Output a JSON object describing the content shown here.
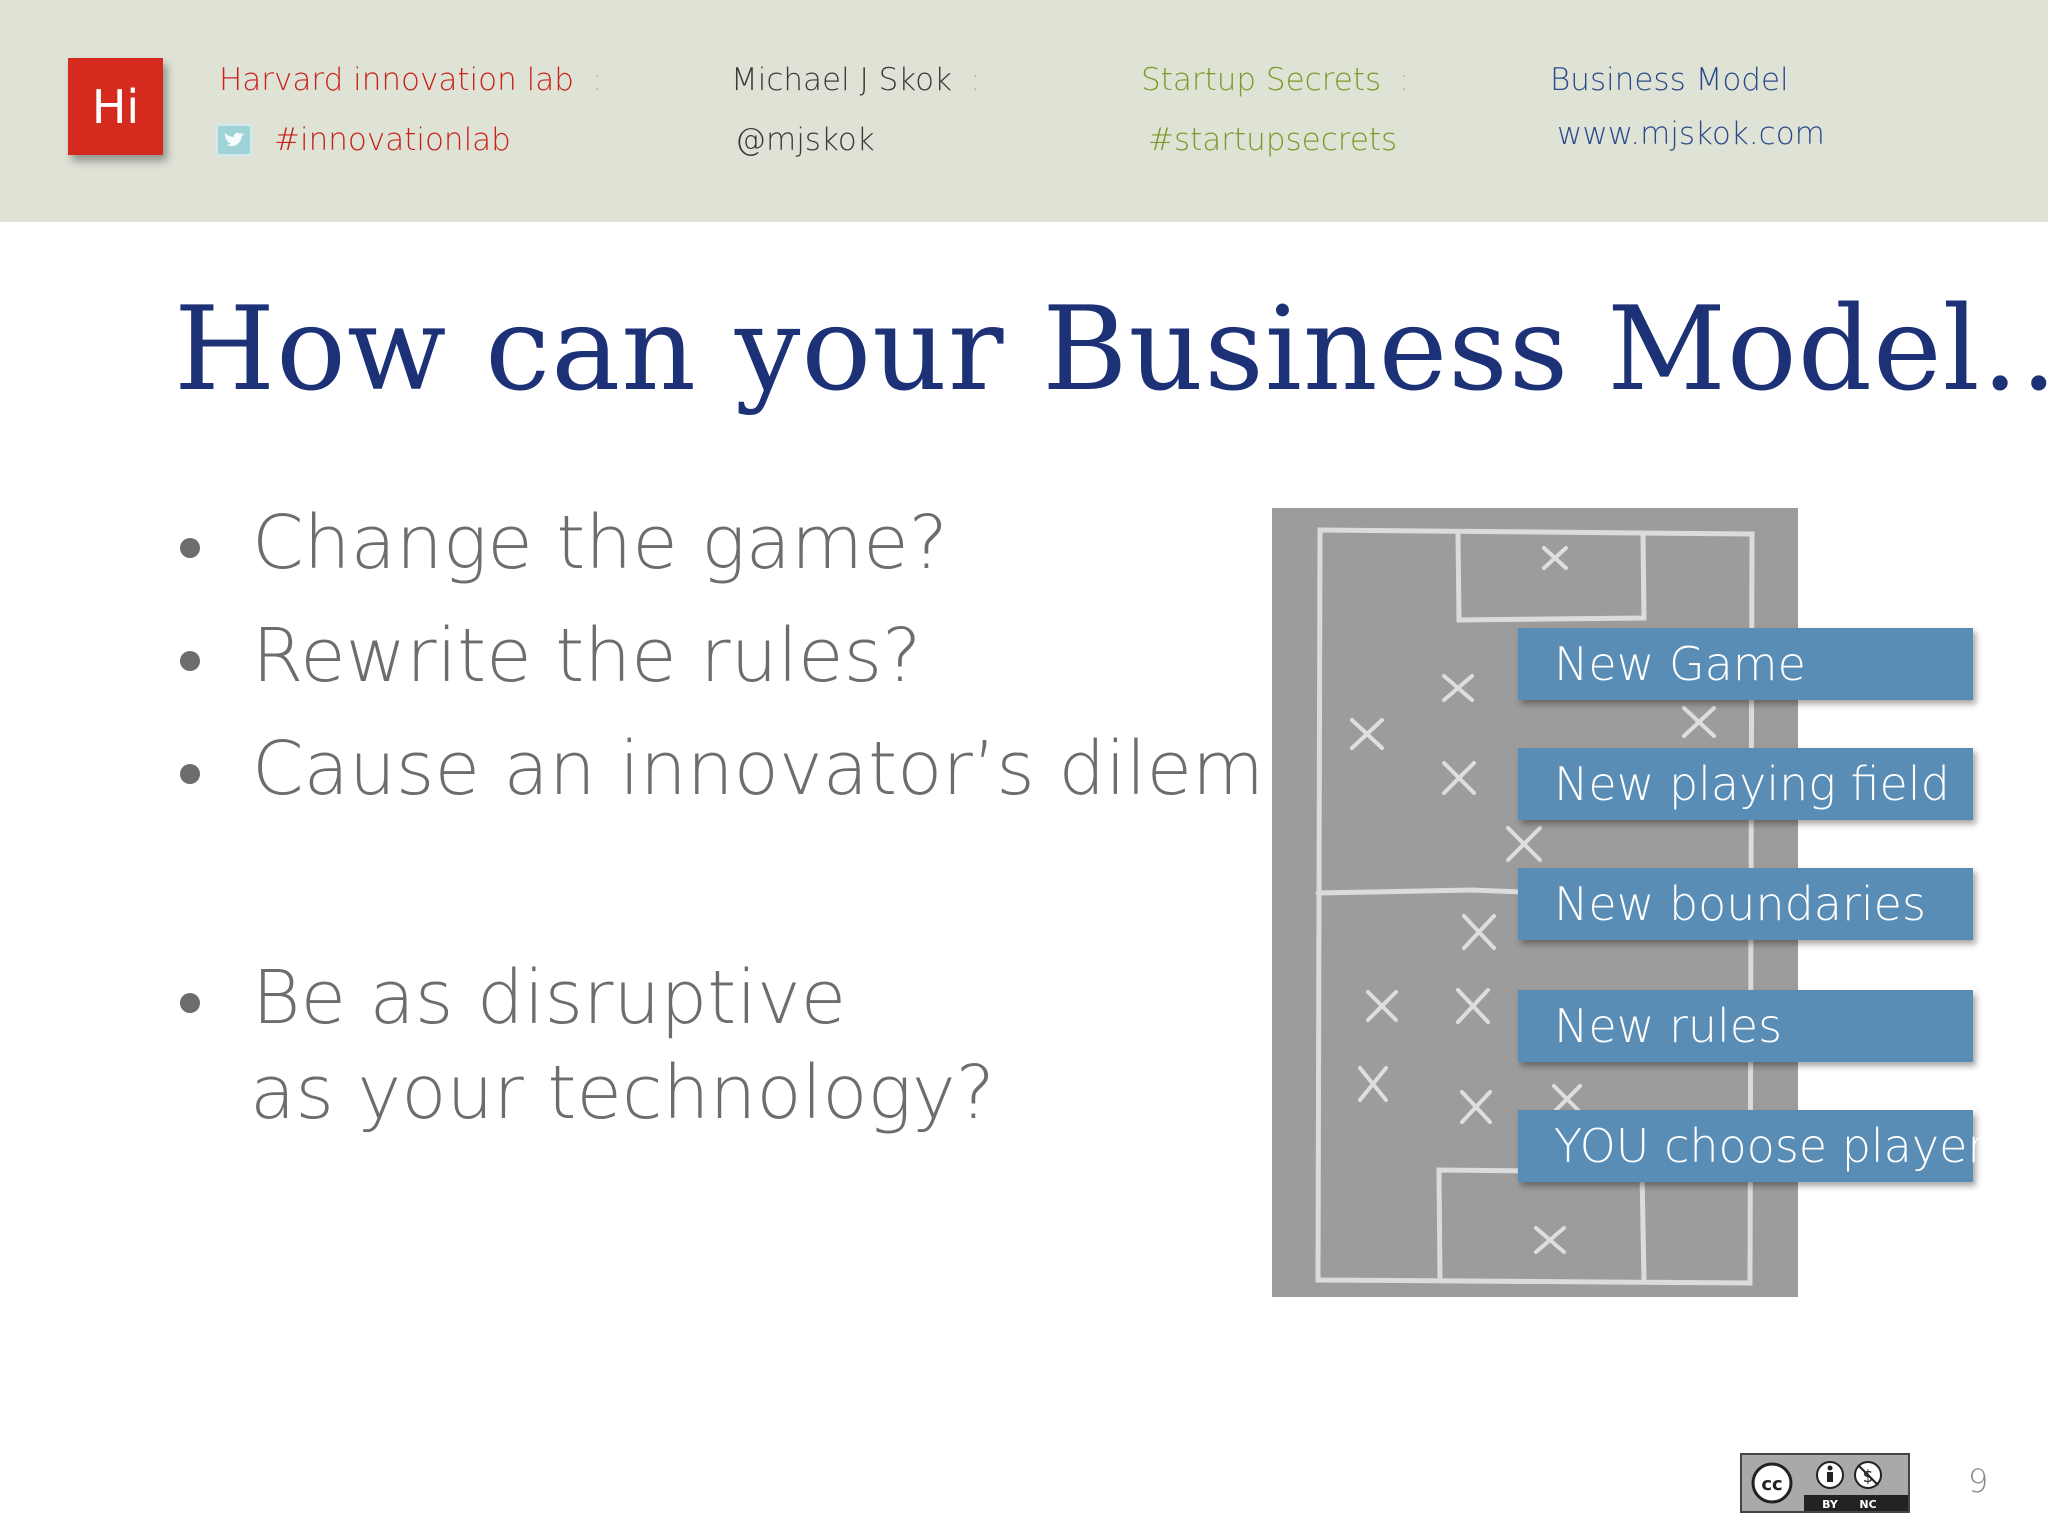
{
  "header": {
    "logo_text": "Hi",
    "col1": {
      "line1": "Harvard innovation lab",
      "line2": "#innovationlab"
    },
    "col2": {
      "line1": "Michael J Skok",
      "line2": "@mjskok"
    },
    "col3": {
      "line1": "Startup Secrets",
      "line2": "#startupsecrets"
    },
    "col4": {
      "line1": "Business Model",
      "line2": "www.mjskok.com"
    },
    "separator": ":",
    "colors": {
      "red": "#c8221a",
      "dark": "#3a3a3a",
      "green": "#7a9a2a",
      "blue": "#2b4a8c"
    }
  },
  "slide": {
    "title": "How can your Business Model…",
    "bullets": [
      "Change the game?",
      "Rewrite the rules?",
      "Cause an innovator’s dilemma",
      "Be as disruptive",
      "as your technology?"
    ],
    "labels": [
      "New Game",
      "New playing field",
      "New boundaries",
      "New rules",
      "YOU choose players"
    ]
  },
  "footer": {
    "license": {
      "icon": "cc-by-nc-icon",
      "cc": "cc",
      "by": "BY",
      "nc": "NC"
    },
    "page_number": "9"
  }
}
